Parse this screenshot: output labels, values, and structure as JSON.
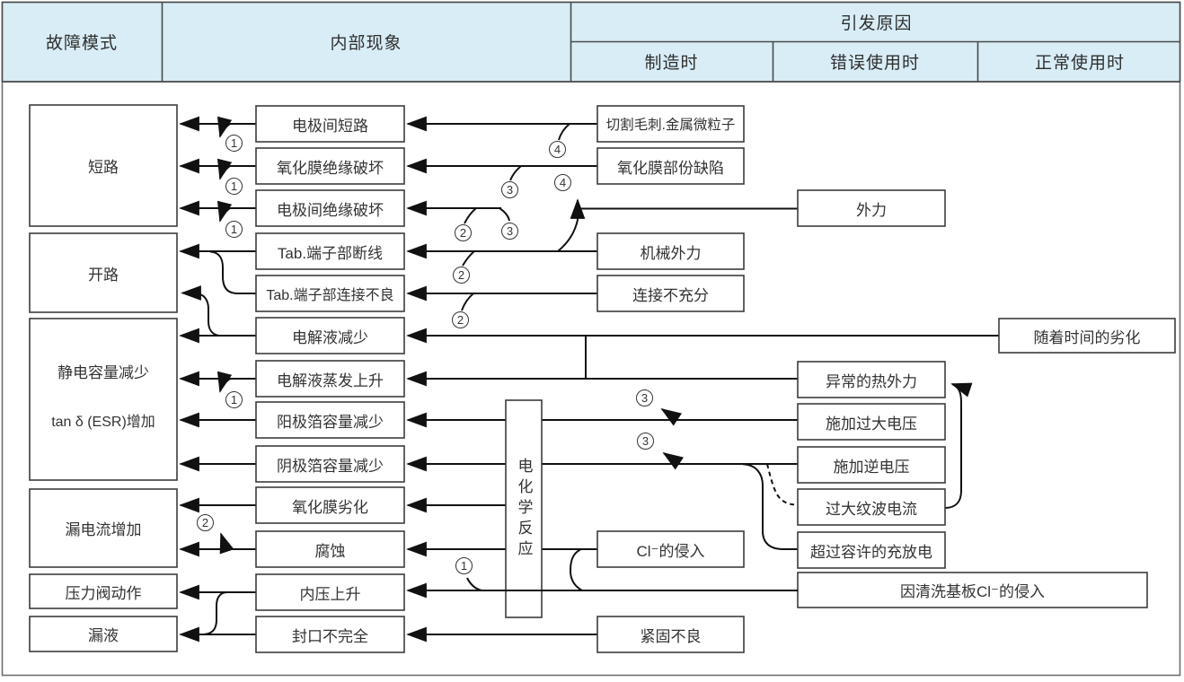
{
  "header": {
    "failure_mode": "故障模式",
    "internal": "内部现象",
    "causes": "引发原因",
    "at_manufacturing": "制造时",
    "at_misuse": "错误使用时",
    "at_normal_use": "正常使用时"
  },
  "failure_modes": {
    "short_circuit": "短路",
    "open_circuit": "开路",
    "capacitance_line1": "静电容量减少",
    "capacitance_line2": "tan δ (ESR)增加",
    "leakage_current": "漏电流增加",
    "pressure_valve": "压力阀动作",
    "liquid_leak": "漏液"
  },
  "internal_phenomena": {
    "p1": "电极间短路",
    "p2": "氧化膜绝缘破坏",
    "p3": "电极间绝缘破坏",
    "p4": "Tab.端子部断线",
    "p5": "Tab.端子部连接不良",
    "p6": "电解液减少",
    "p7": "电解液蒸发上升",
    "p8": "阳极箔容量减少",
    "p9": "阴极箔容量减少",
    "p10": "氧化膜劣化",
    "p11": "腐蚀",
    "p12": "内压上升",
    "p13": "封口不完全",
    "electrochemical": "电化学反应"
  },
  "causes": {
    "mfg1": "切割毛刺.金属微粒子",
    "mfg2": "氧化膜部份缺陷",
    "mfg3": "机械外力",
    "mfg4": "连接不充分",
    "mfg5": "Cl⁻的侵入",
    "mfg6": "紧固不良",
    "mis1": "外力",
    "mis2": "异常的热外力",
    "mis3": "施加过大电压",
    "mis4": "施加逆电压",
    "mis5": "过大纹波电流",
    "mis6": "超过容许的充放电",
    "normal1": "随着时间的劣化",
    "bottom_wide": "因清洗基板Cl⁻的侵入"
  },
  "connectors": {
    "c1": "1",
    "c2": "2",
    "c3": "3",
    "c4": "4"
  },
  "colors": {
    "header_bg": "#d8edf6",
    "line": "#111111",
    "box_border": "#3c3c3c",
    "header_border": "#4a4a4a",
    "text": "#333333"
  }
}
